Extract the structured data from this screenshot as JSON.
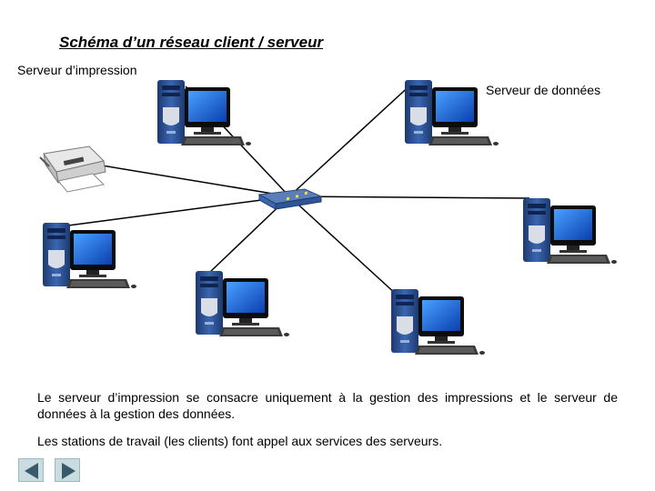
{
  "title": "Schéma d’un réseau client / serveur",
  "labels": {
    "print_server": "Serveur d’impression",
    "data_server": "Serveur de données"
  },
  "description": {
    "paragraph1": "Le serveur d’impression se consacre uniquement à la gestion des impressions et le serveur de données à la gestion des données.",
    "paragraph2": "Les stations de travail (les clients) font appel aux services des serveurs."
  },
  "nodes": [
    {
      "name": "print-server-computer",
      "type": "computer"
    },
    {
      "name": "data-server-computer",
      "type": "computer"
    },
    {
      "name": "printer",
      "type": "printer"
    },
    {
      "name": "network-switch",
      "type": "switch"
    },
    {
      "name": "client-workstation-1",
      "type": "computer"
    },
    {
      "name": "client-workstation-2",
      "type": "computer"
    },
    {
      "name": "client-workstation-3",
      "type": "computer"
    },
    {
      "name": "client-workstation-4",
      "type": "computer"
    }
  ],
  "navigation": {
    "prev_icon": "triangle-left-icon",
    "next_icon": "triangle-right-icon"
  },
  "colors": {
    "tower": "#2f5597",
    "screen": "#1f5fd0",
    "line": "#000000",
    "nav_bg": "#c9dce0",
    "nav_arrow": "#3a5a6a"
  }
}
